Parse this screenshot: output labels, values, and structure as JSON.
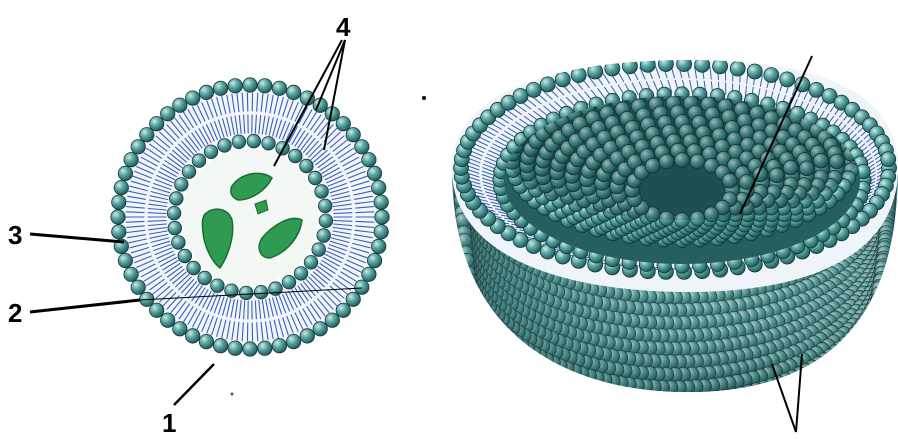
{
  "labels": {
    "one": "1",
    "two": "2",
    "three": "3",
    "four": "4"
  },
  "colors": {
    "head_bead": "#3f8f8e",
    "head_bead_highlight": "#b6dcd8",
    "head_bead_outline": "#14393a",
    "tail": "#3a5fb4",
    "inner_water": "#f3f8f4",
    "cargo": "#2f9a52",
    "leader": "#000000"
  },
  "icons": {
    "left_figure": "liposome-cross-section",
    "right_figure": "liposome-cutaway-3d",
    "cargo": "drug-molecule-shape"
  }
}
